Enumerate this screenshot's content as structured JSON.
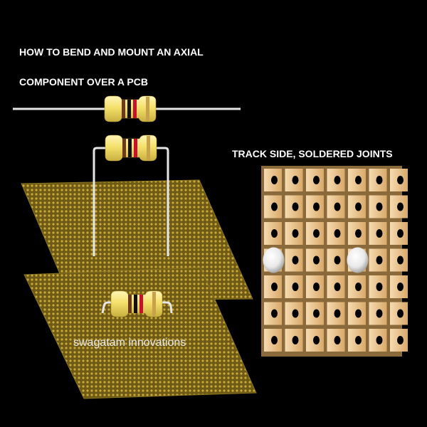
{
  "title": {
    "line1": "HOW TO BEND AND MOUNT AN AXIAL",
    "line2": "COMPONENT OVER A PCB"
  },
  "track_side_label": "TRACK SIDE, SOLDERED JOINTS",
  "watermark": "swagatam innovations",
  "colors": {
    "background": "#000000",
    "board": "#6e5a14",
    "board_hole": "#c9a93c",
    "pad": "#e8c28a",
    "pad_hole": "#000000",
    "resistor_body": "#f4e06b",
    "lead": "#e6e6e6",
    "solder": "#f2f2f2",
    "band_1": "#6b3a1e",
    "band_2": "#111111",
    "band_3": "#c8102e",
    "band_4": "#c8a24a"
  },
  "diagram": {
    "resistor_bands": [
      "brown",
      "black",
      "red",
      "gold"
    ],
    "pad_grid": {
      "rows": 7,
      "cols": 7
    },
    "solder_joints": [
      {
        "row": 4,
        "col": 1
      },
      {
        "row": 4,
        "col": 5
      }
    ]
  }
}
